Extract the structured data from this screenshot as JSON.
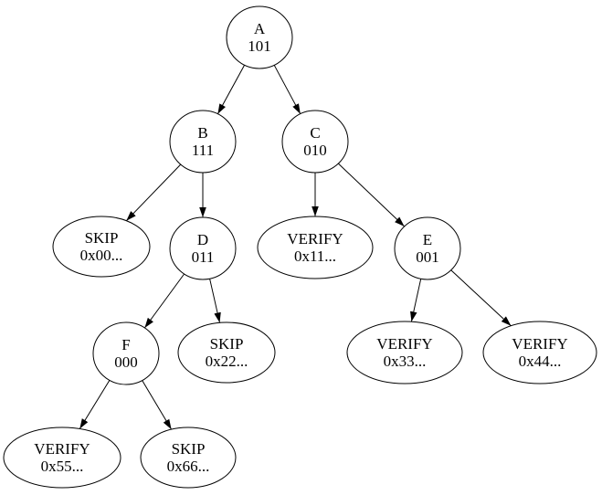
{
  "diagram": {
    "kind": "binary-tree",
    "background_color": "#ffffff",
    "stroke_color": "#000000",
    "text_color": "#000000",
    "nodes": [
      {
        "id": "A",
        "shape": "circle",
        "label": "A",
        "value": "101"
      },
      {
        "id": "B",
        "shape": "circle",
        "label": "B",
        "value": "111"
      },
      {
        "id": "C",
        "shape": "circle",
        "label": "C",
        "value": "010"
      },
      {
        "id": "SKIP-0x00",
        "shape": "ellipse",
        "label": "SKIP",
        "value": "0x00..."
      },
      {
        "id": "D",
        "shape": "circle",
        "label": "D",
        "value": "011"
      },
      {
        "id": "VERIFY-0x11",
        "shape": "ellipse",
        "label": "VERIFY",
        "value": "0x11..."
      },
      {
        "id": "E",
        "shape": "circle",
        "label": "E",
        "value": "001"
      },
      {
        "id": "F",
        "shape": "circle",
        "label": "F",
        "value": "000"
      },
      {
        "id": "SKIP-0x22",
        "shape": "ellipse",
        "label": "SKIP",
        "value": "0x22..."
      },
      {
        "id": "VERIFY-0x33",
        "shape": "ellipse",
        "label": "VERIFY",
        "value": "0x33..."
      },
      {
        "id": "VERIFY-0x44",
        "shape": "ellipse",
        "label": "VERIFY",
        "value": "0x44..."
      },
      {
        "id": "VERIFY-0x55",
        "shape": "ellipse",
        "label": "VERIFY",
        "value": "0x55..."
      },
      {
        "id": "SKIP-0x66",
        "shape": "ellipse",
        "label": "SKIP",
        "value": "0x66..."
      }
    ],
    "edges": [
      {
        "from": "A",
        "to": "B"
      },
      {
        "from": "A",
        "to": "C"
      },
      {
        "from": "B",
        "to": "SKIP-0x00"
      },
      {
        "from": "B",
        "to": "D"
      },
      {
        "from": "C",
        "to": "VERIFY-0x11"
      },
      {
        "from": "C",
        "to": "E"
      },
      {
        "from": "D",
        "to": "F"
      },
      {
        "from": "D",
        "to": "SKIP-0x22"
      },
      {
        "from": "E",
        "to": "VERIFY-0x33"
      },
      {
        "from": "E",
        "to": "VERIFY-0x44"
      },
      {
        "from": "F",
        "to": "VERIFY-0x55"
      },
      {
        "from": "F",
        "to": "SKIP-0x66"
      }
    ]
  }
}
